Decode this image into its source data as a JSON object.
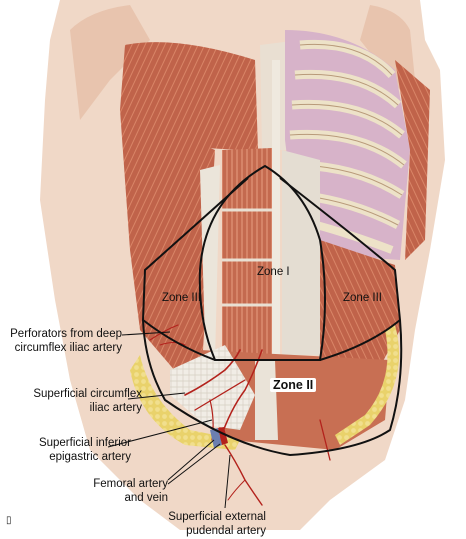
{
  "zones": {
    "zone_1": "Zone I",
    "zone_2": "Zone II",
    "zone_3_left": "Zone III",
    "zone_3_right": "Zone III"
  },
  "labels": {
    "perforators_line1": "Perforators from deep",
    "perforators_line2": "circumflex iliac artery",
    "superficial_circumflex_line1": "Superficial circumflex",
    "superficial_circumflex_line2": "iliac artery",
    "superficial_inferior_line1": "Superficial inferior",
    "superficial_inferior_line2": "epigastric artery",
    "femoral_line1": "Femoral artery",
    "femoral_line2": "and vein",
    "pudendal_line1": "Superficial external",
    "pudendal_line2": "pudendal artery"
  },
  "corner_marker": "▯",
  "colors": {
    "skin": "#f1d9c9",
    "muscle": "#c66a4d",
    "fascia": "#ece6dc",
    "rib": "#ede2c8",
    "lung": "#d9b6cd",
    "fat": "#e7cf5b",
    "artery": "#b3221c",
    "outline": "#111111"
  }
}
